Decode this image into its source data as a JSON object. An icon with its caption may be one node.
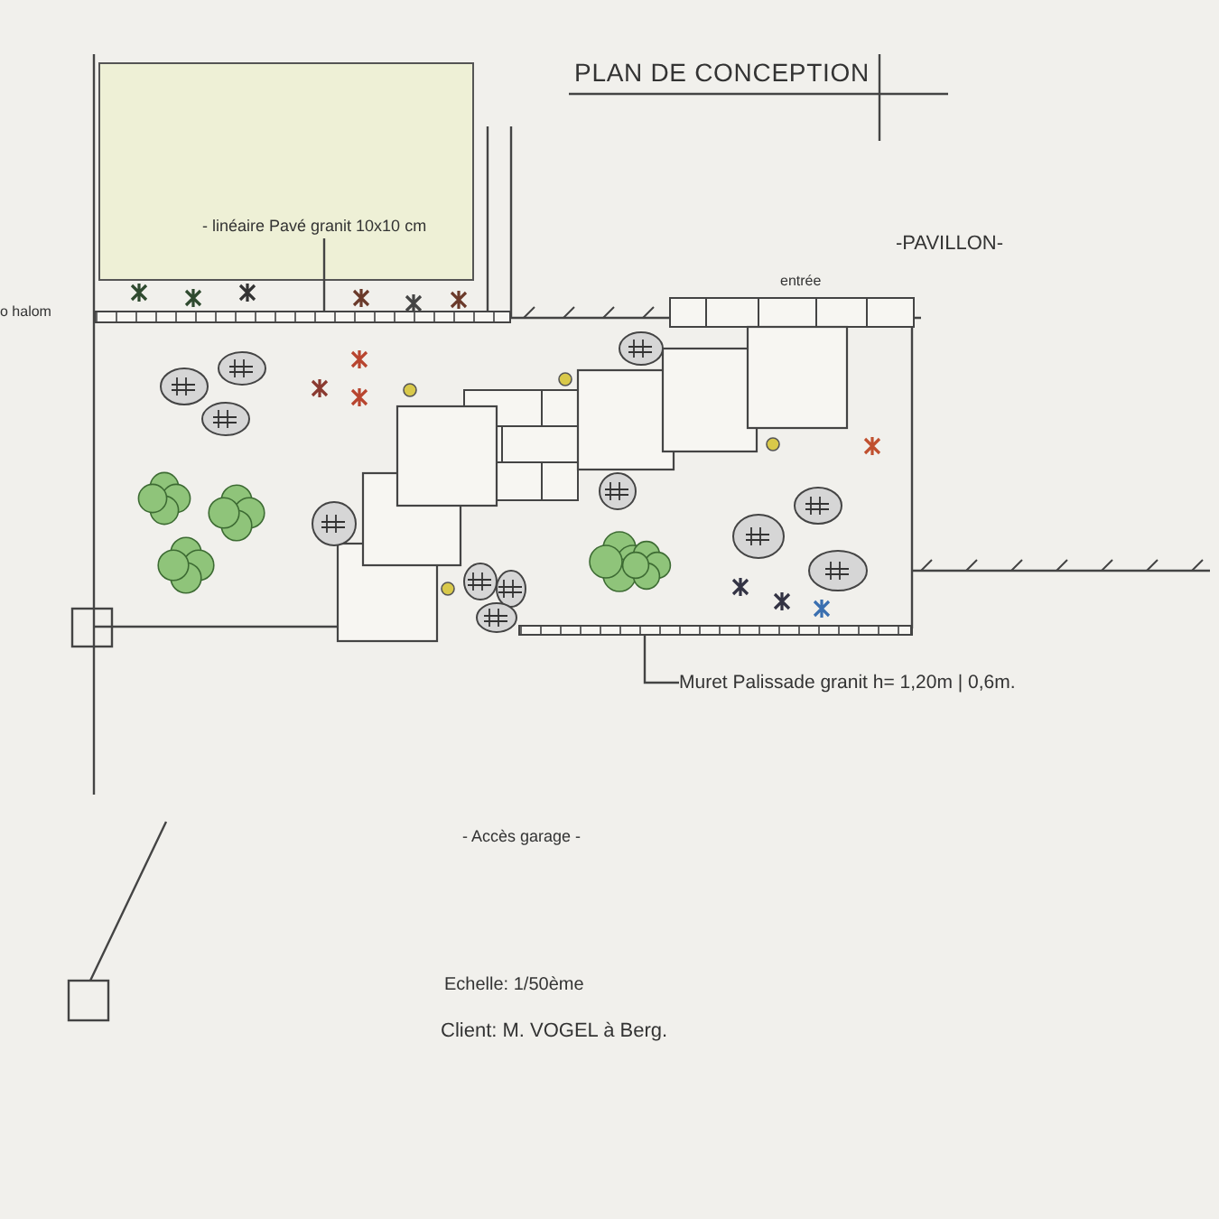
{
  "diagram": {
    "title": "PLAN DE CONCEPTION",
    "nodes": [
      {
        "text": [
          "- linéaire Pavé granit 10x10 cm"
        ]
      },
      {
        "text": [],
        "shape": "bar"
      },
      {
        "text": [
          "Muret Palissade granit h= 1,20m | 0,6m."
        ]
      },
      {
        "text": [],
        "shape": "bar"
      }
    ],
    "edges": [
      {
        "from": 0,
        "to": 1,
        "arrow": "none"
      },
      {
        "from": 2,
        "to": 3,
        "arrow": "none"
      }
    ],
    "labels": [
      "-PAVILLON-",
      "entrée",
      "o halom",
      "- Accès garage -",
      "Echelle: 1/50ème",
      "Client: M. VOGEL à Berg."
    ]
  }
}
